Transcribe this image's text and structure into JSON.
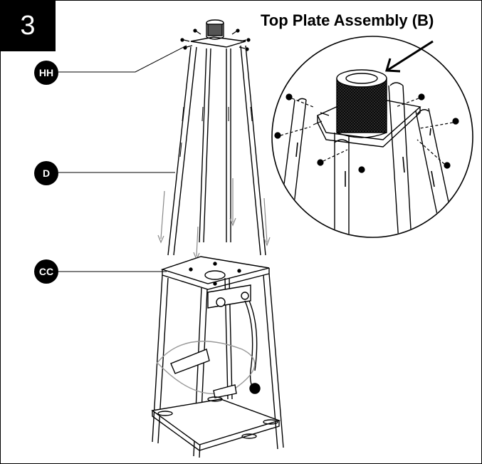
{
  "step": {
    "number": "3"
  },
  "title": "Top Plate Assembly (B)",
  "callouts": {
    "hh": "HH",
    "d": "D",
    "cc": "CC"
  }
}
